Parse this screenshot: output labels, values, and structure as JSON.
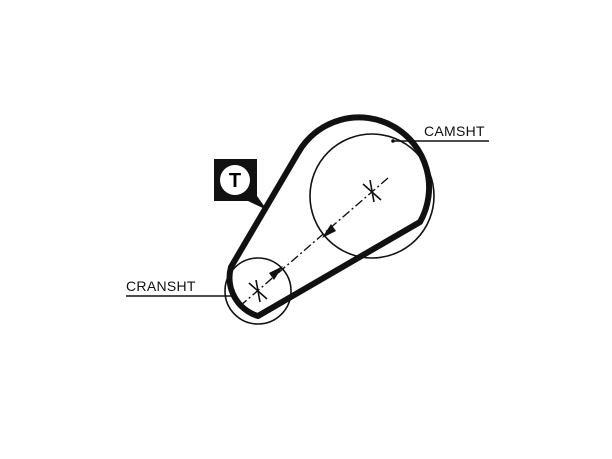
{
  "labels": {
    "camshaft": "CAMSHT",
    "crankshaft": "CRANSHT"
  },
  "badge": {
    "letter": "T",
    "icon": "tensioner-icon"
  },
  "colors": {
    "line": "#111111",
    "background": "#ffffff",
    "badge_fill": "#111111",
    "badge_letter_bg": "#ffffff"
  }
}
